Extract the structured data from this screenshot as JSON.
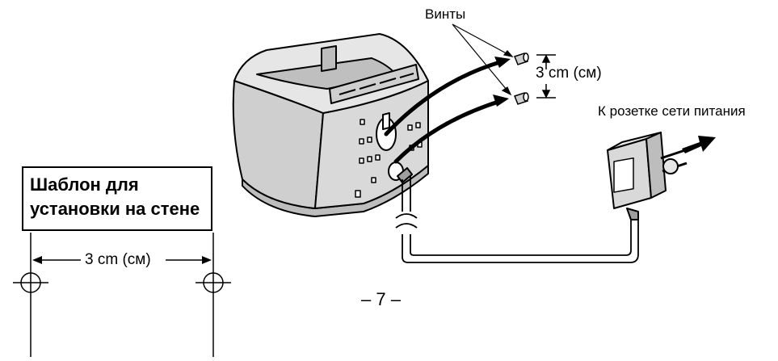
{
  "labels": {
    "screws": "Винты",
    "screw_distance": "3 cm (см)",
    "outlet": "К розетке сети питания"
  },
  "template": {
    "line1": "Шаблон для",
    "line2": "установки на стене",
    "distance": "3 cm (см)"
  },
  "page": {
    "number": "– 7 –"
  }
}
